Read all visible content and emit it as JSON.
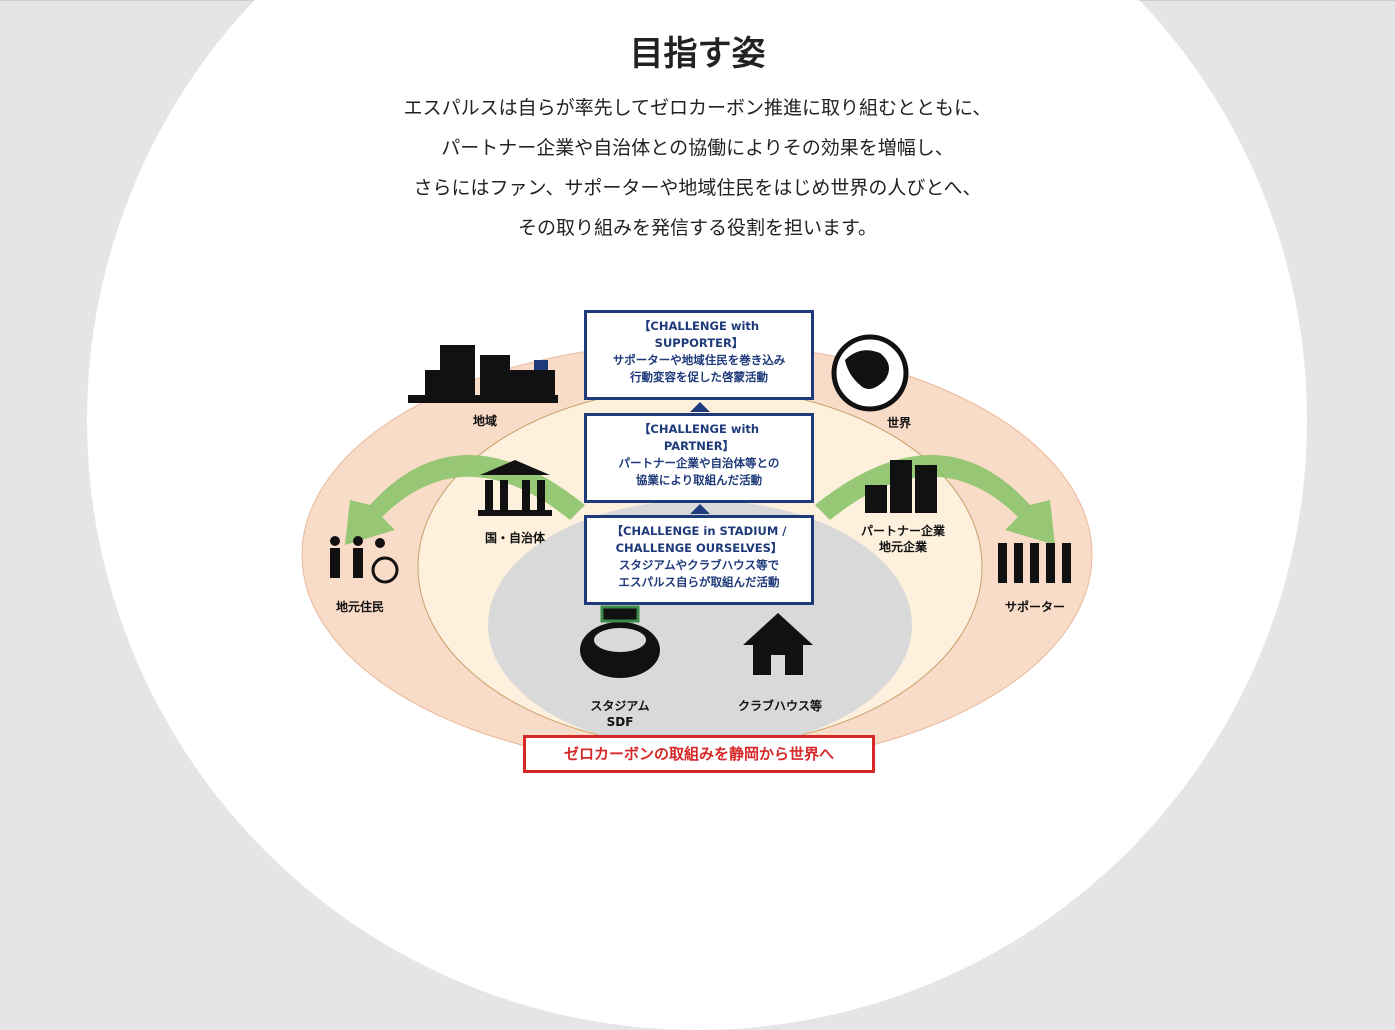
{
  "title": "目指す姿",
  "lead": [
    "エスパルスは自らが率先してゼロカーボン推進に取り組むとともに、",
    "パートナー企業や自治体との協働によりその効果を増幅し、",
    "さらにはファン、サポーターや地域住民をはじめ世界の人びとへ、",
    "その取り組みを発信する役割を担います。"
  ],
  "diagram": {
    "boxes": [
      {
        "heading": [
          "【CHALLENGE with",
          "SUPPORTER】"
        ],
        "body": [
          "サポーターや地域住民を巻き込み",
          "行動変容を促した啓蒙活動"
        ]
      },
      {
        "heading": [
          "【CHALLENGE with",
          "PARTNER】"
        ],
        "body": [
          "パートナー企業や自治体等との",
          "協業により取組んだ活動"
        ]
      },
      {
        "heading": [
          "【CHALLENGE in STADIUM /",
          "CHALLENGE OURSELVES】"
        ],
        "body": [
          "スタジアムやクラブハウス等で",
          "エスパルス自らが取組んだ活動"
        ]
      }
    ],
    "labels": {
      "region": "地域",
      "world": "世界",
      "government": "国・自治体",
      "partner1": "パートナー企業",
      "partner2": "地元企業",
      "residents": "地元住民",
      "supporters": "サポーター",
      "stadium1": "スタジアム",
      "stadium2": "SDF",
      "clubhouse": "クラブハウス等"
    },
    "banner": "ゼロカーボンの取組みを静岡から世界へ",
    "colors": {
      "outer": "#f9dcc8",
      "middle": "#fdf0dc",
      "inner": "#d9d9d9",
      "arrow": "#8cc36a",
      "box": "#1f3a7a",
      "banner": "#d62828"
    }
  }
}
